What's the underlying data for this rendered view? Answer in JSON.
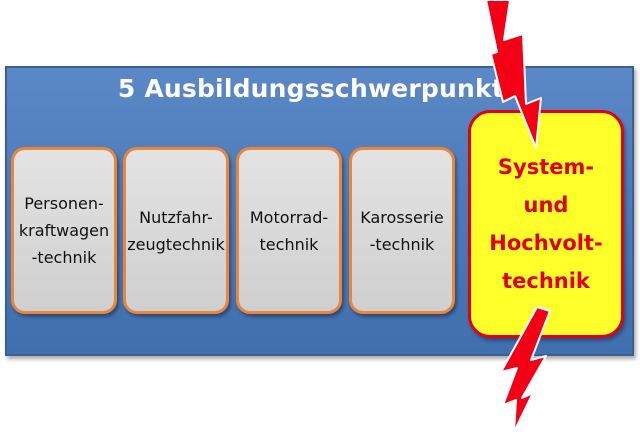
{
  "diagram": {
    "title": "5 Ausbildungsschwerpunkte",
    "boxes": [
      {
        "label": "Personen-\nkraftwagen\n-technik"
      },
      {
        "label": "Nutzfahr-\nzeugtechnik"
      },
      {
        "label": "Motorrad-\ntechnik"
      },
      {
        "label": "Karosserie\n-technik"
      }
    ],
    "highlight": {
      "label": "System-\nund\nHochvolt-\ntechnik"
    },
    "lightning_icon": "lightning-bolt-icon"
  },
  "colors": {
    "banner_blue": "#4a78b8",
    "box_border_orange": "#e8863a",
    "box_fill_gray": "#d8d8d8",
    "highlight_yellow": "#ffff2a",
    "accent_red": "#e0001a",
    "title_white": "#ffffff"
  }
}
